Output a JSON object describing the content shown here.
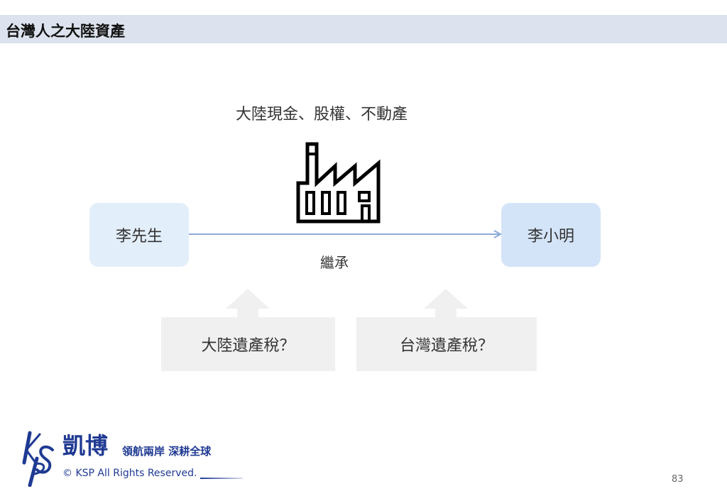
{
  "header": {
    "title": "台灣人之大陸資產"
  },
  "assets_label": "大陸現金、股權、不動產",
  "parent": "李先生",
  "heir": "李小明",
  "inherit_label": "繼承",
  "taxes": [
    "大陸遺產稅？",
    "台灣遺產稅？"
  ],
  "footer": {
    "logo_letters": "KSP",
    "brand": "凱博",
    "slogan": "領航兩岸  深耕全球",
    "copyright": "© KSP All Rights Reserved.",
    "page": "83"
  },
  "colors": {
    "header_bg": "#dce3ee",
    "box_left": "#e3eefb",
    "box_right": "#d4e4f8",
    "arrow": "#8eaad8",
    "brand": "#1f3a93"
  }
}
